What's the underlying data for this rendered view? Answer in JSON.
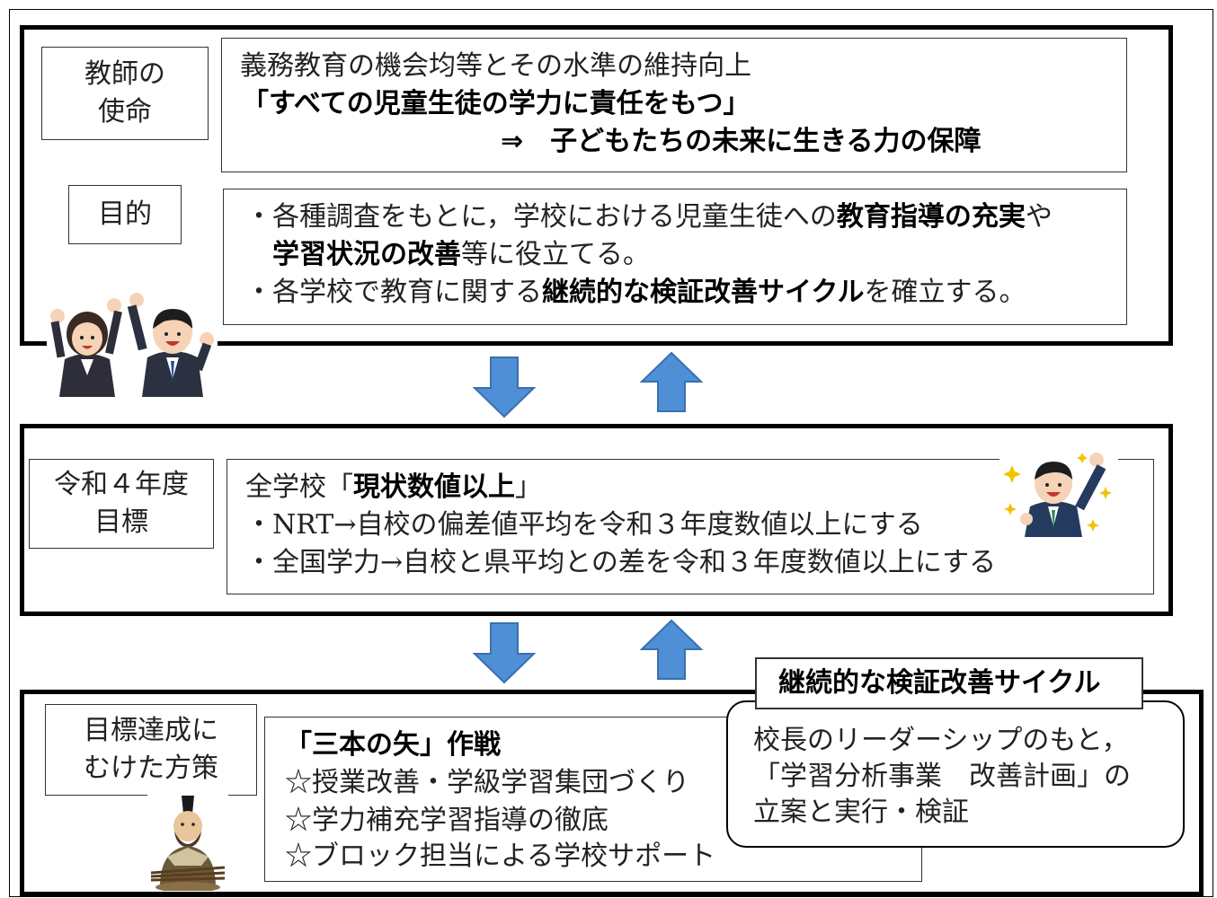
{
  "mission": {
    "label_line1": "教師の",
    "label_line2": "使命",
    "line1": "義務教育の機会均等とその水準の維持向上",
    "line2": "「すべての児童生徒の学力に責任をもつ」",
    "line3": "⇒　子どもたちの未来に生きる力の保障"
  },
  "purpose": {
    "label": "目的",
    "b1_pre": "・各種調査をもとに，学校における児童生徒への",
    "b1_bold1": "教育指導の充実",
    "b1_mid": "や",
    "b1_bold2": "学習状況の改善",
    "b1_post": "等に役立てる。",
    "b2_pre": "・各学校で教育に関する",
    "b2_bold": "継続的な検証改善サイクル",
    "b2_post": "を確立する。"
  },
  "goal": {
    "label_line1": "令和４年度",
    "label_line2": "目標",
    "line1_pre": "全学校「",
    "line1_bold": "現状数値以上",
    "line1_post": "」",
    "line2": "・NRT→自校の偏差値平均を令和３年度数値以上にする",
    "line3": "・全国学力→自校と県平均との差を令和３年度数値以上にする"
  },
  "strategy": {
    "label_line1": "目標達成に",
    "label_line2": "むけた方策",
    "title": "「三本の矢」作戦",
    "item1": "☆授業改善・学級学習集団づくり",
    "item2": "☆学力補充学習指導の徹底",
    "item3": "☆ブロック担当による学校サポート"
  },
  "cycle": {
    "title": "継続的な検証改善サイクル",
    "line1": "校長のリーダーシップのもと，",
    "line2": "「学習分析事業　改善計画」の",
    "line3": "立案と実行・検証"
  },
  "colors": {
    "arrow_fill": "#4f8fd6",
    "arrow_stroke": "#3a6fb0"
  }
}
